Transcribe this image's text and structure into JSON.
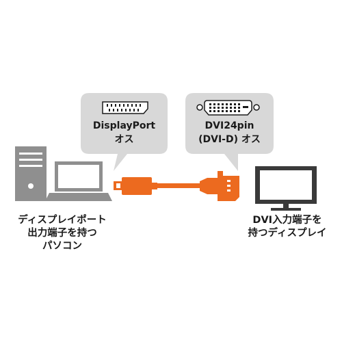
{
  "connector_bubbles": {
    "displayport": {
      "line1": "DisplayPort",
      "line2": "オス"
    },
    "dvi": {
      "line1": "DVI24pin",
      "line2": "(DVI-D) オス"
    }
  },
  "captions": {
    "pc": [
      "ディスプレイポート",
      "出力端子を持つ",
      "パソコン"
    ],
    "display": [
      "DVI入力端子を",
      "持つディスプレイ"
    ]
  },
  "colors": {
    "cable_orange": "#ec6a1f",
    "bubble_gray": "#d8d8d8",
    "device_gray": "#8f8f8f",
    "device_dark": "#3a3a3a"
  }
}
